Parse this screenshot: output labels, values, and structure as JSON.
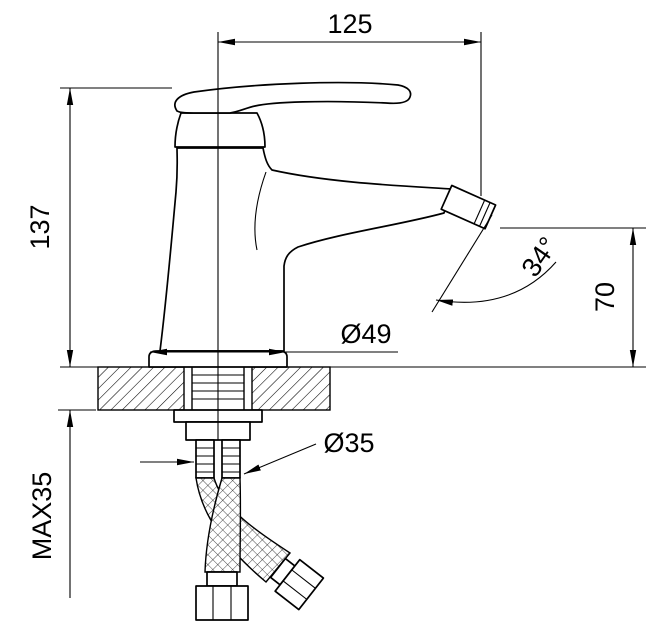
{
  "page": {
    "background": "#ffffff",
    "line_color": "#000000"
  },
  "drawing": {
    "type": "faucet-installation-technical-drawing",
    "dimensions": {
      "spout_reach": "125",
      "total_height": "137",
      "spout_height": "70",
      "spout_angle": "34°",
      "base_diameter": "Ø49",
      "mounting_hole_diameter": "Ø35",
      "max_deck_thickness": "MAX35"
    }
  }
}
